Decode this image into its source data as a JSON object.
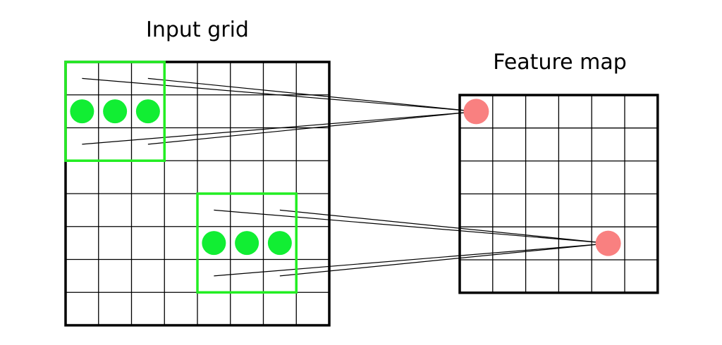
{
  "titles": {
    "input": "Input grid",
    "feature": "Feature map"
  },
  "colors": {
    "grid_line": "#000000",
    "window": "#22ee22",
    "input_dot": "#11ee33",
    "output_dot": "#f98080"
  },
  "input_grid": {
    "rows": 8,
    "cols": 8
  },
  "feature_grid": {
    "rows": 6,
    "cols": 6
  },
  "receptive_fields": [
    {
      "window_top_left": [
        0,
        0
      ],
      "window_size": [
        3,
        3
      ],
      "filled_row": 1,
      "filled_cols": [
        0,
        1,
        2
      ],
      "output_cell": [
        0,
        0
      ]
    },
    {
      "window_top_left": [
        4,
        4
      ],
      "window_size": [
        3,
        3
      ],
      "filled_row": 5,
      "filled_cols": [
        4,
        5,
        6
      ],
      "output_cell": [
        4,
        4
      ]
    }
  ]
}
